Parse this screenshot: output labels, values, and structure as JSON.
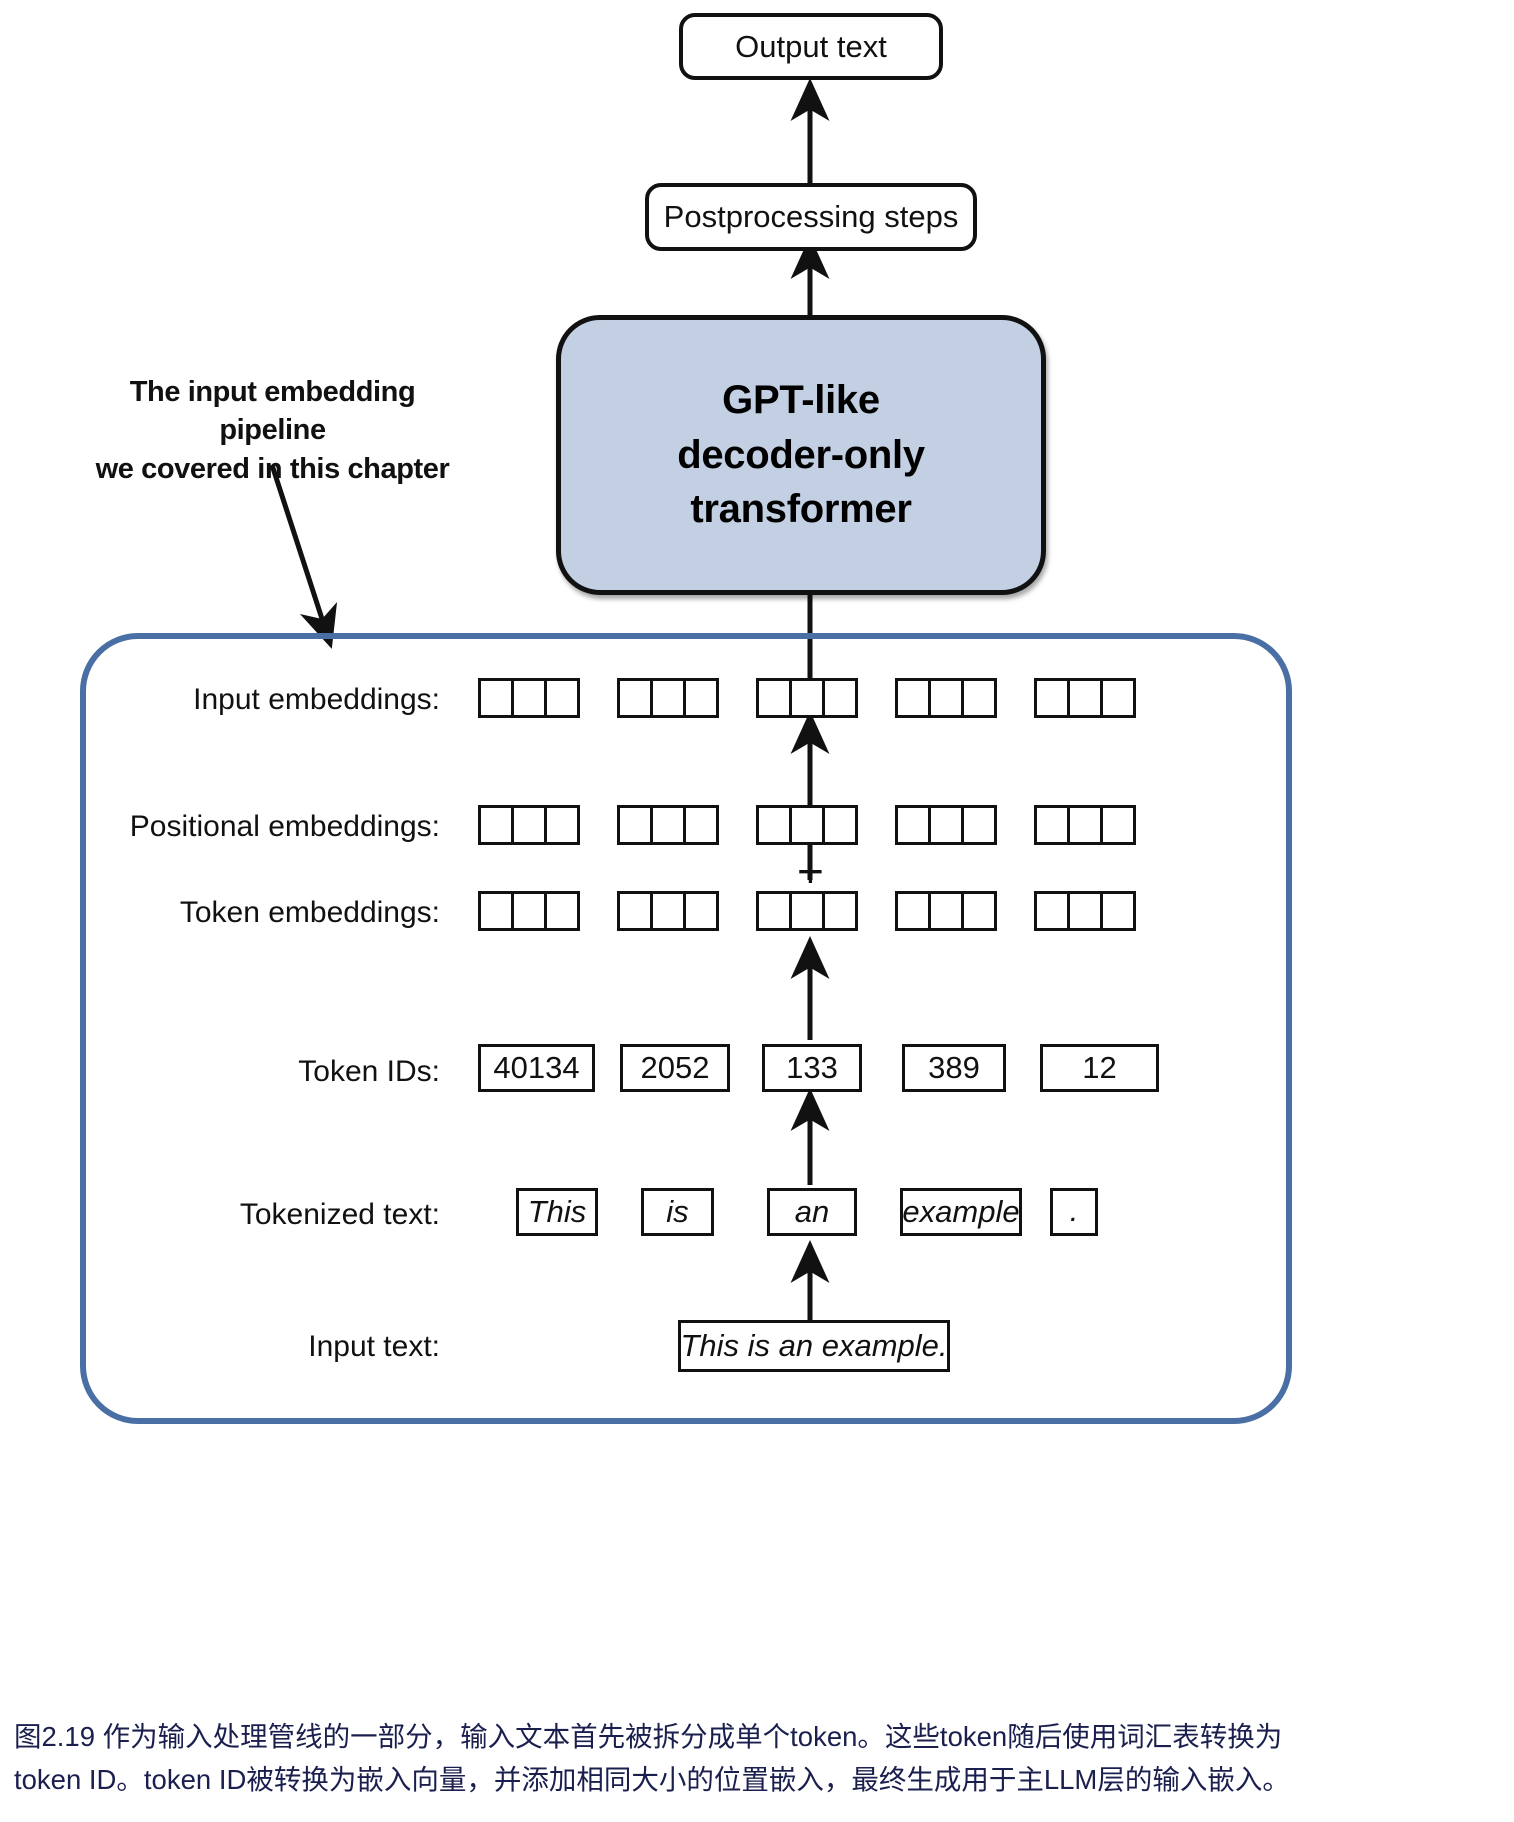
{
  "figure": {
    "output_box": {
      "label": "Output text"
    },
    "postprocessing_box": {
      "label": "Postprocessing steps"
    },
    "transformer_box": {
      "line1": "GPT-like",
      "line2": "decoder-only",
      "line3": "transformer",
      "fill_color": "#c3d0e3"
    },
    "annotation": {
      "line1": "The input embedding pipeline",
      "line2": "we covered in this chapter"
    },
    "pipeline_frame": {
      "border_color": "#4a6fa5"
    },
    "rows": [
      {
        "label": "Input embeddings:"
      },
      {
        "label": "Positional embeddings:"
      },
      {
        "label": "Token embeddings:"
      },
      {
        "label": "Token IDs:"
      },
      {
        "label": "Tokenized text:"
      },
      {
        "label": "Input text:"
      }
    ],
    "plus_symbol": "+",
    "embedding_cells_per_group": 3,
    "embedding_groups": 5,
    "token_ids": [
      "40134",
      "2052",
      "133",
      "389",
      "12"
    ],
    "tokenized_text": [
      "This",
      "is",
      "an",
      "example",
      "."
    ],
    "input_text": "This is an example."
  },
  "caption": {
    "line1": "图2.19 作为输入处理管线的一部分，输入文本首先被拆分成单个token。这些token随后使用词汇表转换为",
    "line2": "token ID。token ID被转换为嵌入向量，并添加相同大小的位置嵌入，最终生成用于主LLM层的输入嵌入。",
    "color": "#1a1f4e"
  }
}
